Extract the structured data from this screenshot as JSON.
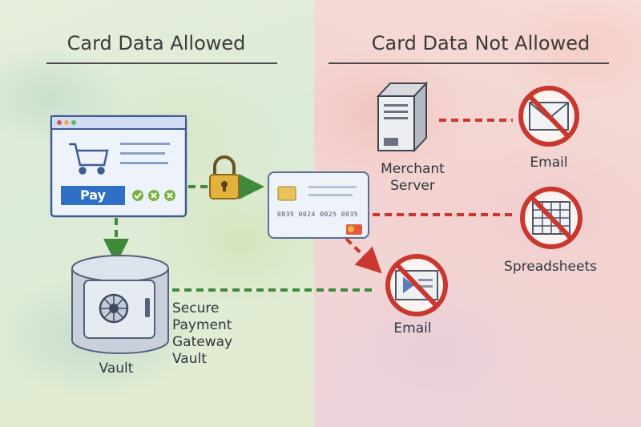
{
  "titles": {
    "allowed": "Card Data  Allowed",
    "not_allowed": "Card Data Not Allowed"
  },
  "checkout": {
    "pay_label": "Pay",
    "icons": [
      "cart-icon",
      "check-icon",
      "cross-icon",
      "cross-icon"
    ]
  },
  "card": {
    "number": "0835 0024 0025 0035"
  },
  "labels": {
    "merchant_server": "Merchant\nServer",
    "email_top": "Email",
    "spreadsheets": "Spreadsheets",
    "email_mid": "Email",
    "vault": "Vault",
    "gateway": "Secure\nPayment\nGateway\nVault"
  },
  "colors": {
    "allowed_arrow": "#3f8a3a",
    "forbidden_line": "#c8382e",
    "prohibit_ring": "#c8382e",
    "pay_button": "#2f6fc4",
    "lock": "#e3b23c"
  }
}
